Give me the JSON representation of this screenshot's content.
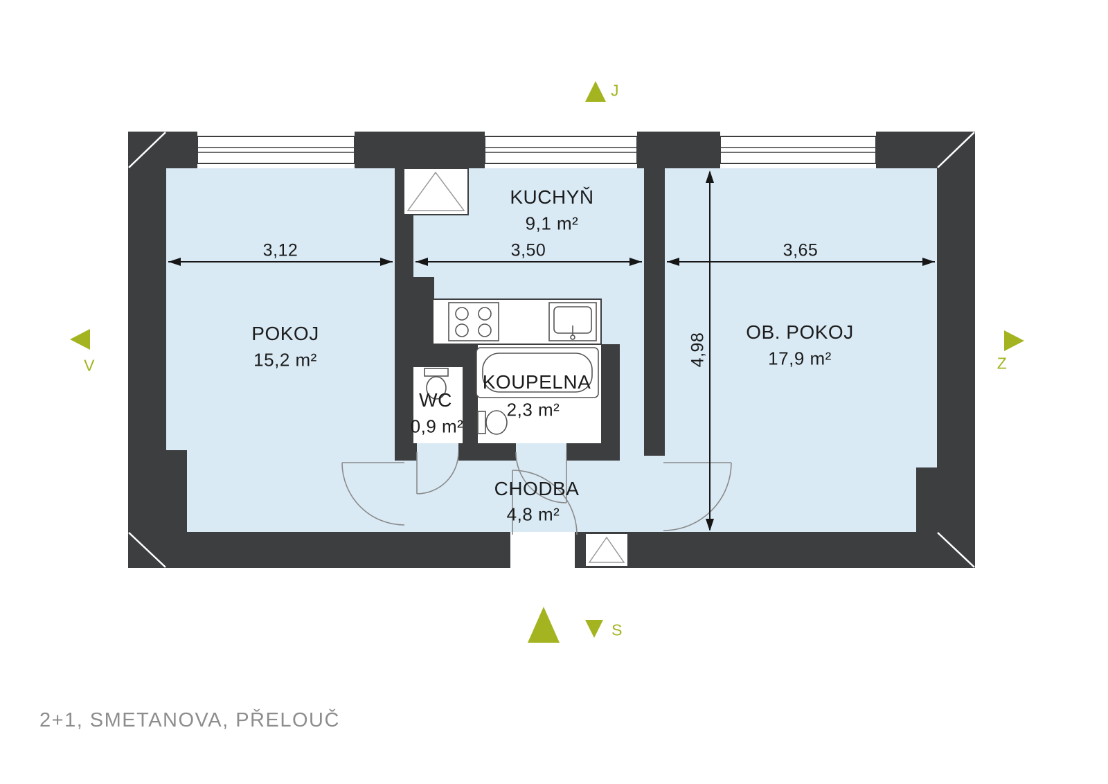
{
  "title": "2+1, SMETANOVA, PŘELOUČ",
  "colors": {
    "wall": "#3d3e40",
    "room_fill": "#d9eaf5",
    "fixture_fill": "#ffffff",
    "accent": "#a4b420",
    "text": "#1c1c1c",
    "title_text": "#8d8d8d"
  },
  "rooms": {
    "pokoj": {
      "name": "POKOJ",
      "area": "15,2 m²"
    },
    "kuchyn": {
      "name": "KUCHYŇ",
      "area": "9,1 m²"
    },
    "ob_pokoj": {
      "name": "OB. POKOJ",
      "area": "17,9 m²"
    },
    "wc": {
      "name": "WC",
      "area": "0,9 m²"
    },
    "koupelna": {
      "name": "KOUPELNA",
      "area": "2,3 m²"
    },
    "chodba": {
      "name": "CHODBA",
      "area": "4,8 m²"
    }
  },
  "dimensions": {
    "pokoj_width_m": "3,12",
    "kuchyn_width_m": "3,50",
    "ob_pokoj_width_m": "3,65",
    "depth_m": "4,98"
  },
  "compass": {
    "top": "J",
    "bottom": "S",
    "left": "V",
    "right": "Z"
  },
  "icons": [
    "stove-icon",
    "sink-icon",
    "bathtub-icon",
    "toilet-icon",
    "wc-toilet-icon",
    "vent-shaft-icon",
    "entry-shaft-icon",
    "window-icon",
    "door-arc-icon",
    "compass-arrow-icon"
  ]
}
